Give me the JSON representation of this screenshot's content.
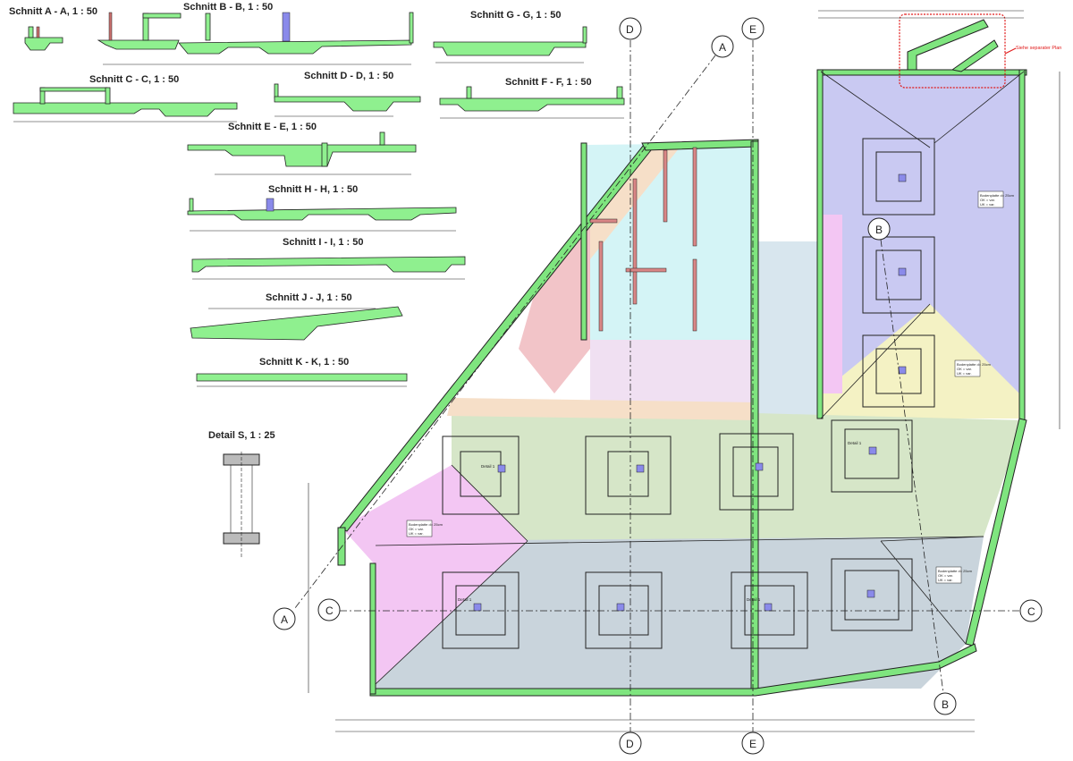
{
  "sections": [
    {
      "title": "Schnitt  A - A, 1 : 50"
    },
    {
      "title": "Schnitt  B - B, 1 : 50"
    },
    {
      "title": "Schnitt  C - C, 1 : 50"
    },
    {
      "title": "Schnitt  D - D, 1 : 50"
    },
    {
      "title": "Schnitt  E - E, 1 : 50"
    },
    {
      "title": "Schnitt  F - F, 1 : 50"
    },
    {
      "title": "Schnitt  G - G, 1 : 50"
    },
    {
      "title": "Schnitt  H - H, 1 : 50"
    },
    {
      "title": "Schnitt  I - I, 1 : 50"
    },
    {
      "title": "Schnitt  J - J, 1 : 50"
    },
    {
      "title": "Schnitt  K - K, 1 : 50"
    }
  ],
  "detail": {
    "title": "Detail S, 1 : 25"
  },
  "axes": {
    "A": "A",
    "B": "B",
    "C": "C",
    "D": "D",
    "E": "E"
  },
  "notes": {
    "separate_plan": "Siehe separater Plan",
    "slab_label": "Bodenplatte d= 25cm",
    "slab_ok": "OK = var.",
    "slab_uk": "UK = var.",
    "footing_detail": "Detail 1"
  },
  "colors": {
    "wall": "#7fe57f",
    "lavender": "#c9c9f2",
    "cyan": "#d4f4f6",
    "pink": "#f2c4c8",
    "magenta": "#f3c6f3",
    "green_zone": "#d6e6c8",
    "grey_zone": "#c9d4dc",
    "yellow": "#f4f2c4",
    "peach": "#f6dfc8",
    "revision": "#e01818"
  }
}
